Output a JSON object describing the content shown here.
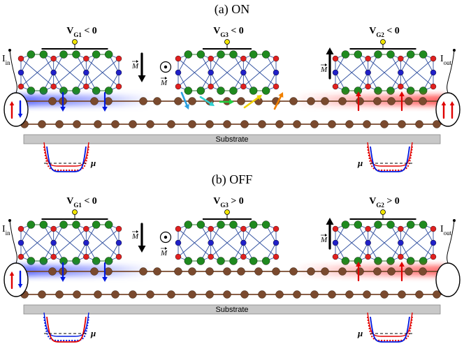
{
  "panels": [
    {
      "id": "a",
      "title": "(a) ON",
      "gates": {
        "g1": {
          "main": "V",
          "sub": "G1",
          "rel": " < 0"
        },
        "g3": {
          "main": "V",
          "sub": "G3",
          "rel": " < 0"
        },
        "g2": {
          "main": "V",
          "sub": "G2",
          "rel": " < 0"
        }
      },
      "in": {
        "main": "I",
        "sub": "in"
      },
      "out": {
        "main": "I",
        "sub": "out"
      },
      "substrate": "Substrate",
      "mu": "μ",
      "m_symbol": "M",
      "right_electrode_spins": true,
      "left_wells": "down-lower",
      "right_wells": "down-lower"
    },
    {
      "id": "b",
      "title": "(b) OFF",
      "gates": {
        "g1": {
          "main": "V",
          "sub": "G1",
          "rel": " < 0"
        },
        "g3": {
          "main": "V",
          "sub": "G3",
          "rel": " > 0"
        },
        "g2": {
          "main": "V",
          "sub": "G2",
          "rel": " > 0"
        }
      },
      "in": {
        "main": "I",
        "sub": "in"
      },
      "out": {
        "main": "I",
        "sub": "out"
      },
      "substrate": "Substrate",
      "mu": "μ",
      "m_symbol": "M",
      "right_electrode_spins": false,
      "left_wells": "up-lower",
      "right_wells": "down-lower"
    }
  ],
  "colors": {
    "red_atom": "#e02020",
    "green_atom": "#1f8a1f",
    "blue_atom": "#2020c8",
    "chain_atom": "#7a4a2e",
    "spin_up": "#e00000",
    "spin_down": "#0018e0",
    "substrate": "#c8c8c8",
    "gate_knob": "#f2e600"
  }
}
